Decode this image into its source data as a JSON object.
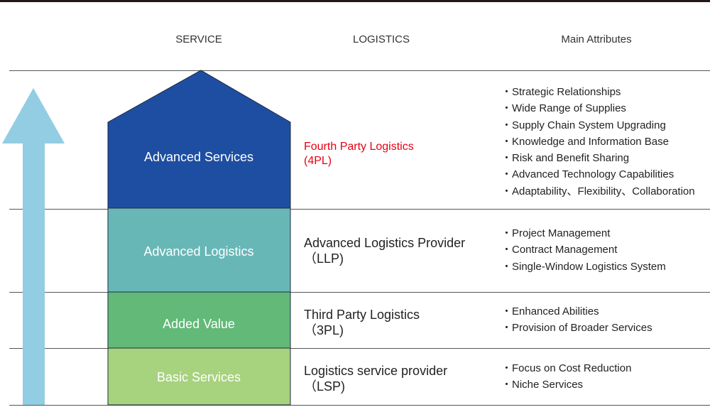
{
  "headers": {
    "service": "SERVICE",
    "logistics": "LOGISTICS",
    "attributes": "Main Attributes"
  },
  "colors": {
    "advanced_services": "#1e4ea1",
    "advanced_logistics": "#68b7b7",
    "added_value": "#62b978",
    "basic_services": "#a7d27e",
    "arrow": "#92cde3",
    "highlight_text": "#e60012"
  },
  "tiers": [
    {
      "service": "Advanced Services",
      "logistics": [
        "Fourth Party Logistics",
        "(4PL)"
      ],
      "attributes": [
        "・Strategic Relationships",
        "・Wide Range of Supplies",
        "・Supply Chain System Upgrading",
        "・Knowledge and Information Base",
        "・Risk and Benefit Sharing",
        "・Advanced Technology Capabilities",
        "・Adaptability、Flexibility、Collaboration"
      ]
    },
    {
      "service": "Advanced Logistics",
      "logistics": [
        "Advanced Logistics Provider",
        "（LLP)"
      ],
      "attributes": [
        "・Project Management",
        "・Contract Management",
        "・Single-Window Logistics System"
      ]
    },
    {
      "service": "Added Value",
      "logistics": [
        "Third Party Logistics",
        "（3PL)"
      ],
      "attributes": [
        "・Enhanced Abilities",
        "・Provision of Broader Services"
      ]
    },
    {
      "service": "Basic Services",
      "logistics": [
        "Logistics service provider",
        "（LSP)"
      ],
      "attributes": [
        "・Focus on Cost Reduction",
        "・Niche Services"
      ]
    }
  ]
}
